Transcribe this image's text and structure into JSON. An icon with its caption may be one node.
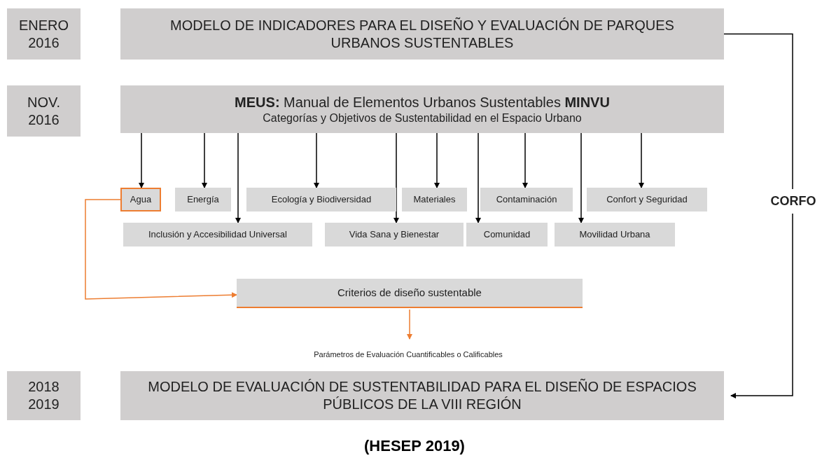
{
  "diagram": {
    "caption": "(HESEP 2019)",
    "nodes": [
      {
        "text": [
          "ENERO 2016"
        ]
      },
      {
        "text": [
          "MODELO DE INDICADORES PARA EL DISEÑO Y EVALUACIÓN DE PARQUES URBANOS SUSTENTABLES"
        ]
      },
      {
        "text": [
          "NOV. 2016"
        ]
      },
      {
        "text": [
          "**MEUS:** Manual de Elementos Urbanos Sustentables **MINVU**",
          "Categorías y Objetivos de Sustentabilidad en el Espacio Urbano"
        ]
      },
      {
        "text": [
          "Agua"
        ]
      },
      {
        "text": [
          "Energía"
        ]
      },
      {
        "text": [
          "Ecología y Biodiversidad"
        ]
      },
      {
        "text": [
          "Materiales"
        ]
      },
      {
        "text": [
          "Contaminación"
        ]
      },
      {
        "text": [
          "Confort y Seguridad"
        ]
      },
      {
        "text": [
          "Inclusión y Accesibilidad Universal"
        ]
      },
      {
        "text": [
          "Vida Sana y Bienestar"
        ]
      },
      {
        "text": [
          "Comunidad"
        ]
      },
      {
        "text": [
          "Movilidad Urbana"
        ]
      },
      {
        "text": [
          "Criterios de diseño sustentable"
        ]
      },
      {
        "text": [
          "Parámetros de Evaluación Cuantificables o Calificables"
        ]
      },
      {
        "text": [
          "2018 2019"
        ]
      },
      {
        "text": [
          "MODELO DE EVALUACIÓN DE SUSTENTABILIDAD PARA EL DISEÑO DE ESPACIOS PÚBLICOS DE LA VIII REGIÓN"
        ]
      }
    ],
    "edges": [
      {
        "from": 3,
        "to": 4,
        "arrow": "to"
      },
      {
        "from": 3,
        "to": 5,
        "arrow": "to"
      },
      {
        "from": 3,
        "to": 10,
        "arrow": "to"
      },
      {
        "from": 3,
        "to": 6,
        "arrow": "to"
      },
      {
        "from": 3,
        "to": 11,
        "arrow": "to"
      },
      {
        "from": 3,
        "to": 7,
        "arrow": "to"
      },
      {
        "from": 3,
        "to": 12,
        "arrow": "to"
      },
      {
        "from": 3,
        "to": 8,
        "arrow": "to"
      },
      {
        "from": 3,
        "to": 13,
        "arrow": "to"
      },
      {
        "from": 3,
        "to": 9,
        "arrow": "to"
      },
      {
        "from": 4,
        "to": 14,
        "arrow": "to",
        "color": "#ed7d31"
      },
      {
        "from": 14,
        "to": 15,
        "arrow": "to",
        "color": "#ed7d31"
      },
      {
        "from": 1,
        "to": 17,
        "arrow": "to",
        "label": "CORFO"
      }
    ]
  }
}
